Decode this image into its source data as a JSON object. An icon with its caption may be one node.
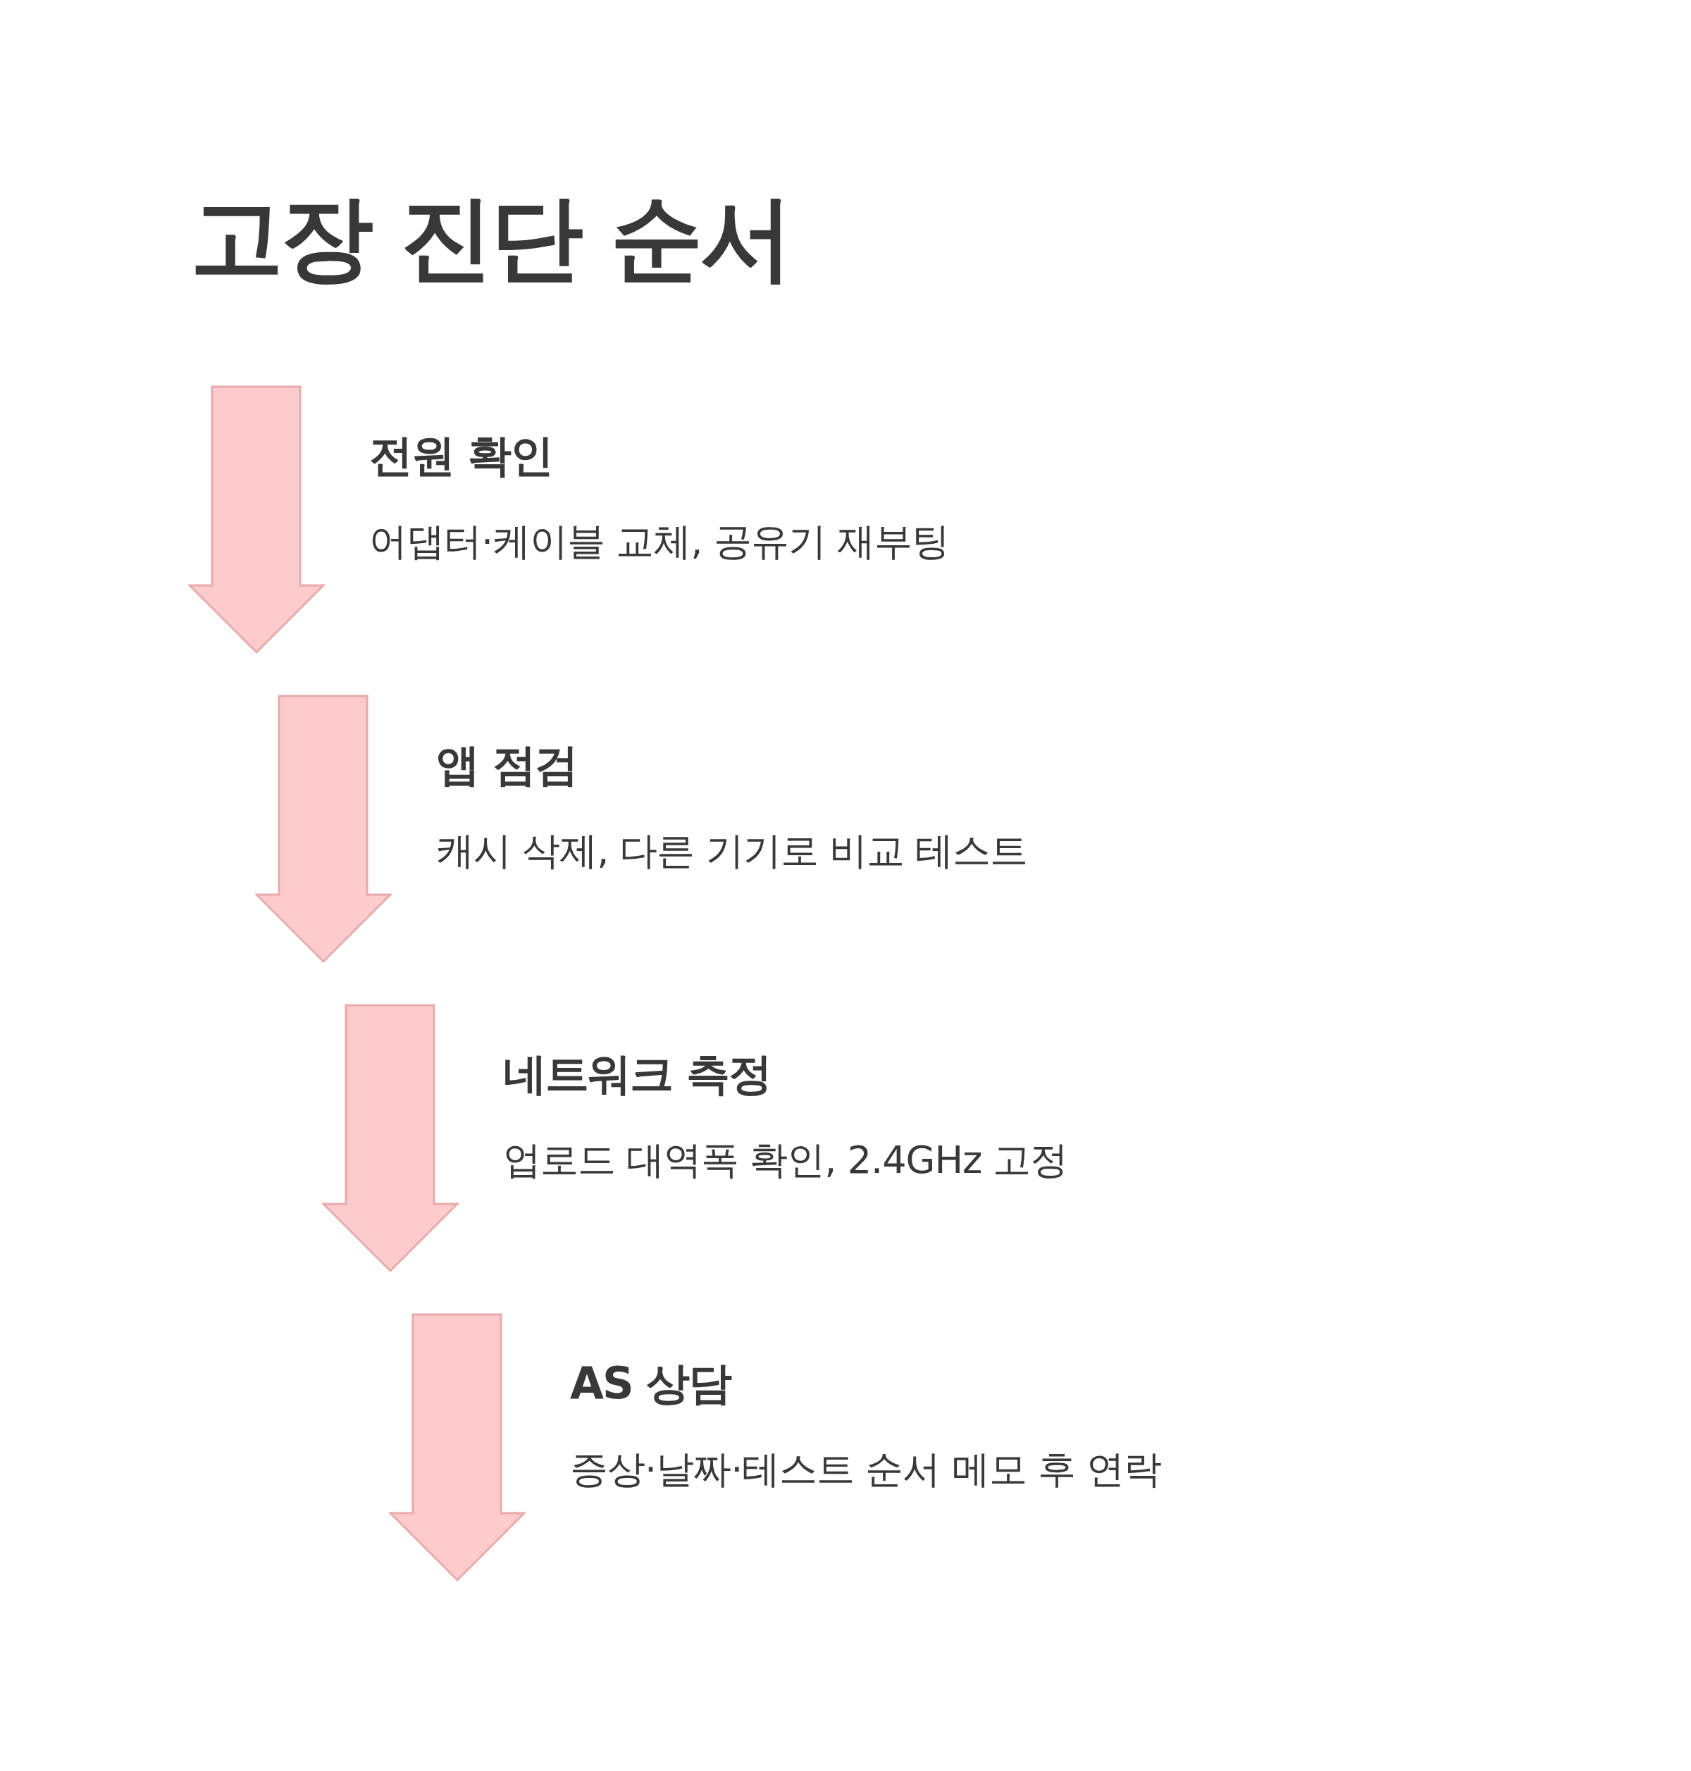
{
  "diagram": {
    "title": "고장 진단 순서",
    "nodes": [
      {
        "text": [
          "전원 확인",
          "어댑터·케이블 교체, 공유기 재부팅"
        ]
      },
      {
        "text": [
          "앱 점검",
          "캐시 삭제, 다른 기기로 비교 테스트"
        ]
      },
      {
        "text": [
          "네트워크 측정",
          "업로드 대역폭 확인, 2.4GHz 고정"
        ]
      },
      {
        "text": [
          "AS 상담",
          "증상·날짜·테스트 순서 메모 후 연락"
        ]
      }
    ]
  }
}
